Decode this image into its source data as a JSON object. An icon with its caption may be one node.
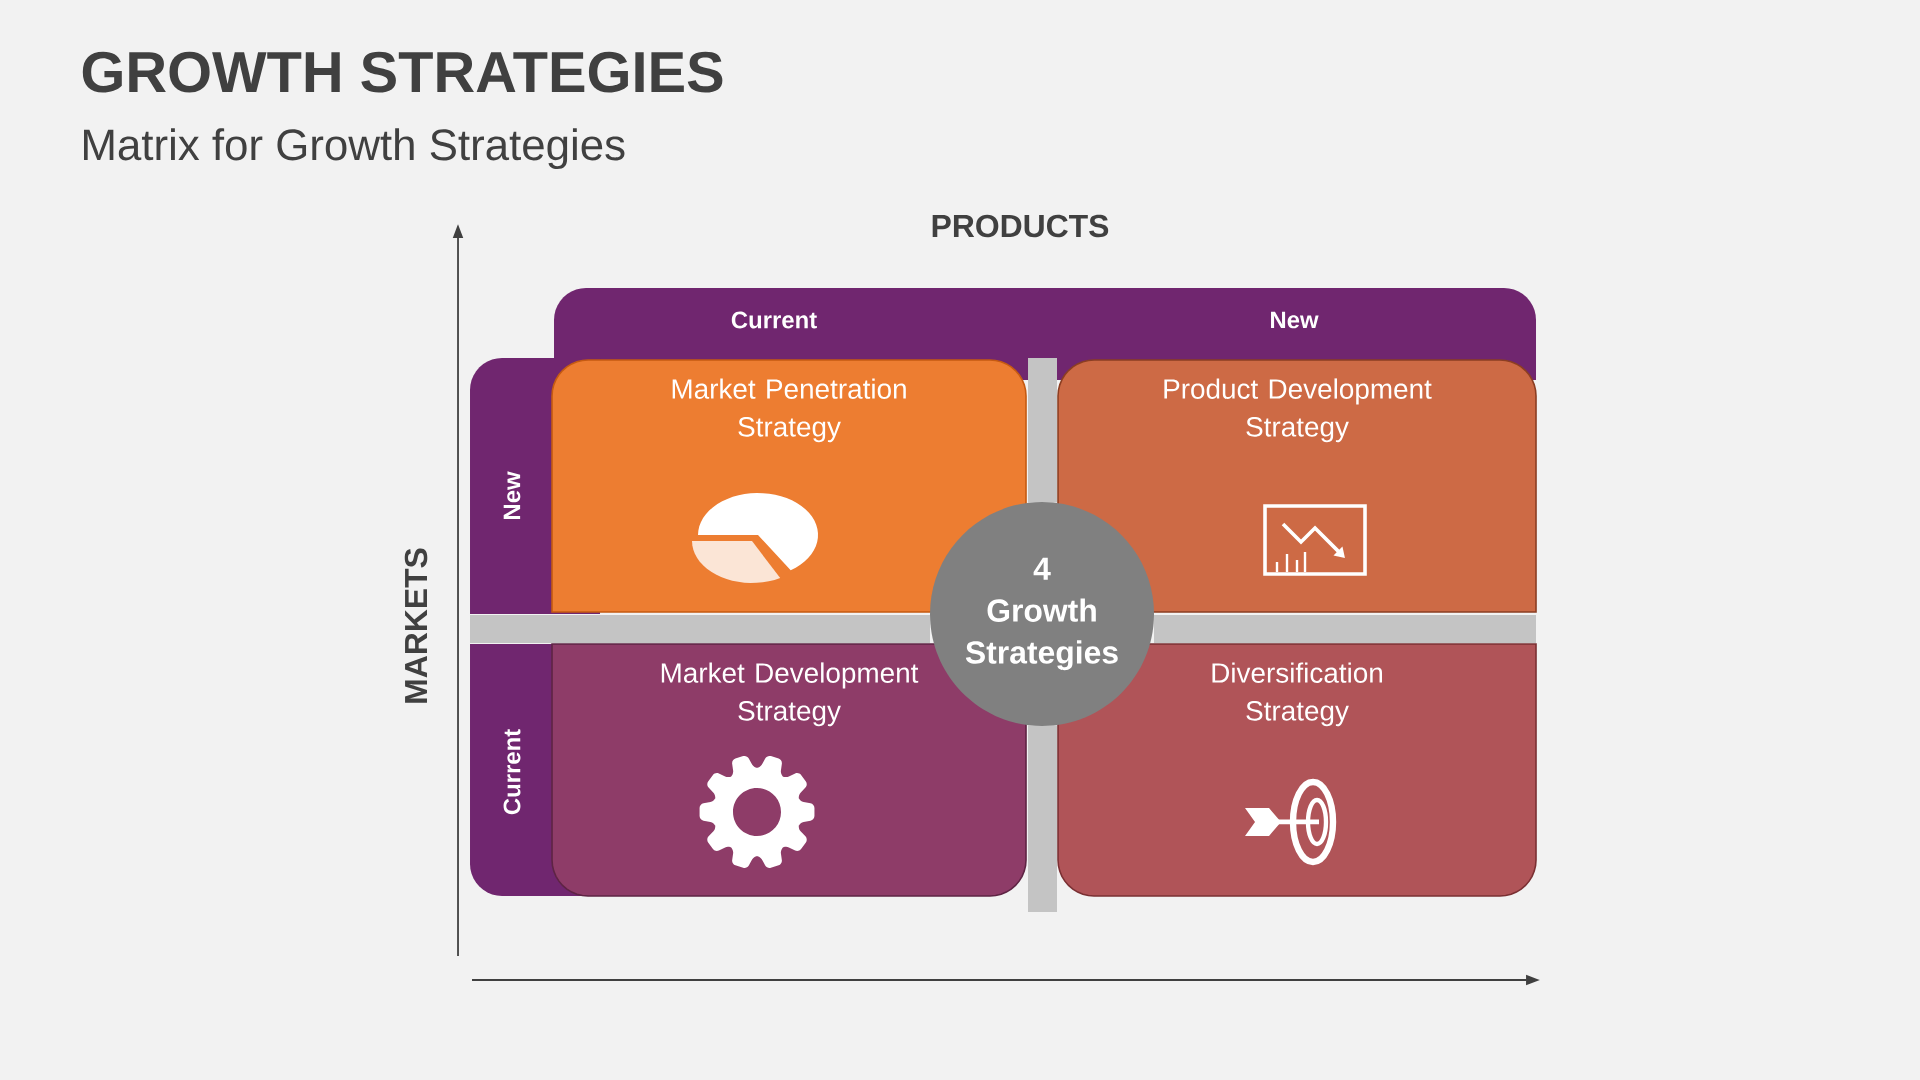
{
  "diagram": {
    "title": "GROWTH STRATEGIES",
    "nodes": [
      {
        "text": [
          "Current",
          "New"
        ]
      },
      {
        "text": [
          "New"
        ]
      },
      {
        "text": [
          "Market Penetration Strategy"
        ]
      },
      {
        "text": [
          "Product Development Strategy"
        ]
      },
      {
        "text": [
          "Current"
        ]
      },
      {
        "text": [
          "Market Development Strategy"
        ]
      },
      {
        "text": [
          "Diversification Strategy"
        ]
      },
      {
        "text": [
          "4 Growth Strategies"
        ]
      },
      {
        "text": [],
        "shape": "bar"
      },
      {
        "text": [],
        "shape": "bar"
      },
      {
        "text": [],
        "shape": "bar"
      },
      {
        "text": [],
        "shape": "bar"
      }
    ],
    "labels": [
      "Matrix for Growth Strategies",
      "PRODUCTS",
      "MARKETS"
    ]
  }
}
